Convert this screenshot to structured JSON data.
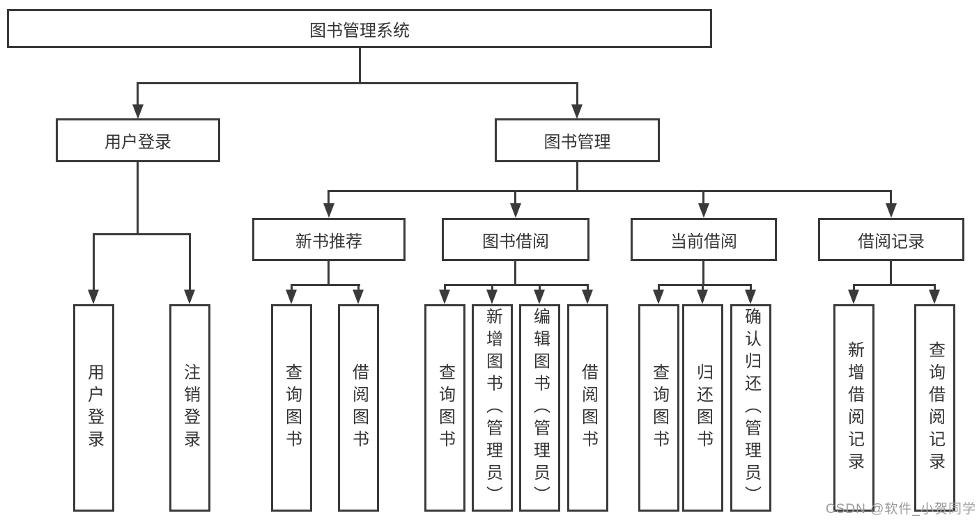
{
  "diagram": {
    "root": {
      "label": "图书管理系统"
    },
    "branches": [
      {
        "label": "用户登录",
        "leaves": [
          "用户登录",
          "注销登录"
        ]
      },
      {
        "label": "图书管理",
        "children": [
          {
            "label": "新书推荐",
            "leaves": [
              "查询图书",
              "借阅图书"
            ]
          },
          {
            "label": "图书借阅",
            "leaves": [
              "查询图书",
              "新增图书（管理员）",
              "编辑图书（管理员）",
              "借阅图书"
            ]
          },
          {
            "label": "当前借阅",
            "leaves": [
              "查询图书",
              "归还图书",
              "确认归还（管理员）"
            ]
          },
          {
            "label": "借阅记录",
            "leaves": [
              "新增借阅记录",
              "查询借阅记录"
            ]
          }
        ]
      }
    ]
  },
  "watermark": {
    "text": "CSDN @软件_小贺同学",
    "color": "#9b9b9b"
  },
  "colors": {
    "line": "#3a3a3a",
    "box_border": "#3a3a3a",
    "text": "#333333",
    "background": "#ffffff"
  }
}
